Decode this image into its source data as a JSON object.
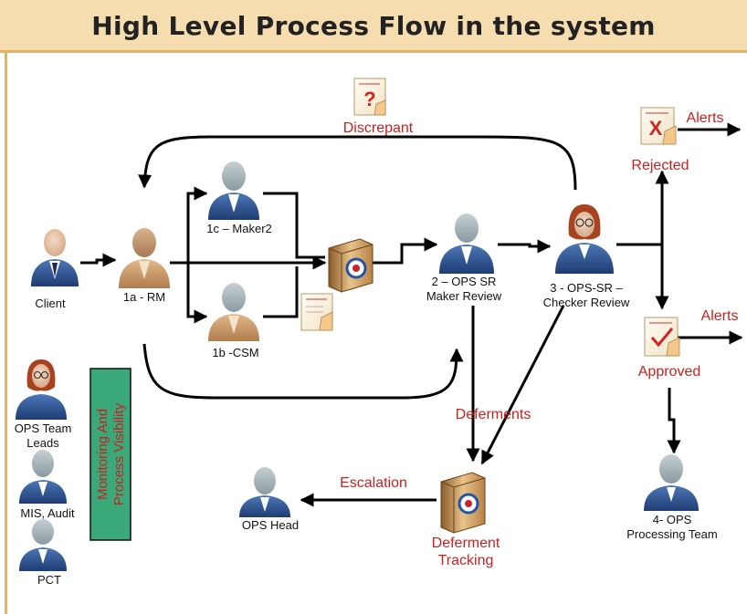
{
  "title": "High Level Process Flow in the system",
  "colors": {
    "title_background": "#f5ddb0",
    "frame": "#e3b36a",
    "annotation_text": "#cc1f1f",
    "monitoring_box": "#3aa878",
    "arrow": "#000000"
  },
  "actors": {
    "client": "Client",
    "rm": "1a - RM",
    "maker2": "1c – Maker2",
    "csm": "1b -CSM",
    "ops_sr_maker_line1": "2 – OPS SR",
    "ops_sr_maker_line2": "Maker Review",
    "checker_line1": "3 - OPS-SR –",
    "checker_line2": "Checker Review",
    "ops_team_leads_line1": "OPS Team",
    "ops_team_leads_line2": "Leads",
    "mis_audit": "MIS, Audit",
    "pct": "PCT",
    "ops_head": "OPS Head",
    "processing_team_line1": "4- OPS",
    "processing_team_line2": "Processing Team"
  },
  "annotations": {
    "discrepant": "Discrepant",
    "rejected": "Rejected",
    "approved": "Approved",
    "alerts_top": "Alerts",
    "alerts_bottom": "Alerts",
    "deferments": "Deferments",
    "escalation": "Escalation",
    "deferment_tracking_line1": "Deferment",
    "deferment_tracking_line2": "Tracking"
  },
  "monitoring_box": {
    "line1": "Monitoring And",
    "line2": "Process Visibility"
  },
  "icons": {
    "person": "person-icon",
    "document_question": "document-question-icon",
    "document_rejected": "document-x-icon",
    "document_approved": "document-check-icon",
    "document_plain": "document-icon",
    "system_server": "server-icon"
  }
}
